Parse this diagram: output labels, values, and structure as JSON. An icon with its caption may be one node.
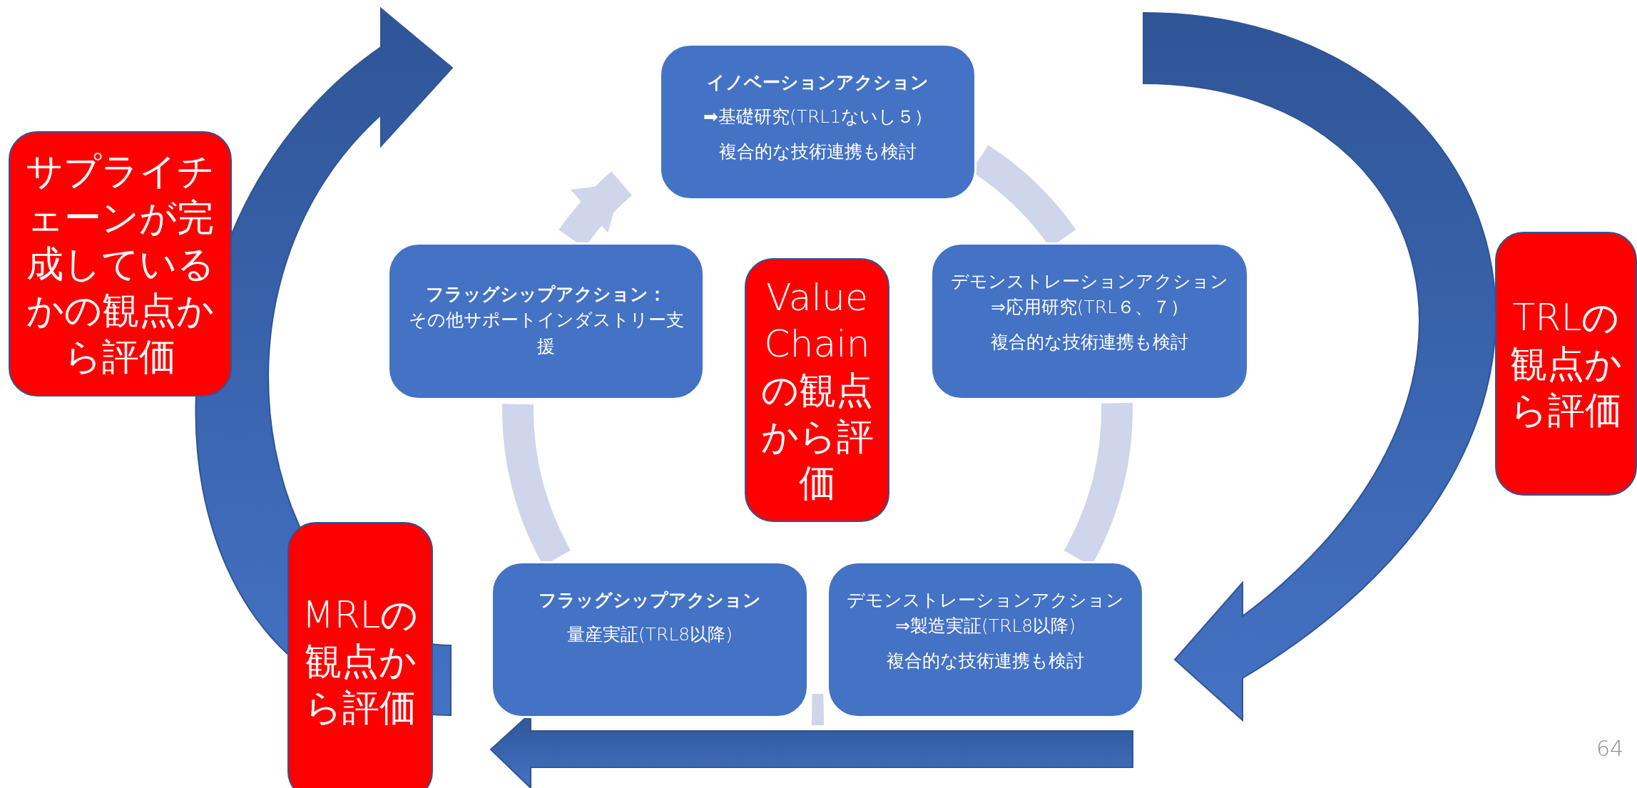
{
  "diagram": {
    "nodes": [
      {
        "text": [
          "イノベーションアクション",
          "➡基礎研究(TRL1ないし５）",
          "複合的な技術連携も検討"
        ]
      },
      {
        "text": [
          "サプライチェーンが完成しているかの観点から評価"
        ]
      },
      {
        "text": [
          "フラッグシップアクション：",
          "その他サポートインダストリー支援"
        ]
      },
      {
        "text": [
          "Value Chainの観点から評価"
        ]
      },
      {
        "text": [
          "**デモンストレーションアクション**⇒応用研究(TRL６、７）",
          "複合的な技術連携も検討"
        ]
      },
      {
        "text": [
          "TRLの観点から評価"
        ]
      },
      {
        "text": [
          "MRLの観点から評価"
        ]
      },
      {
        "text": [
          "フラッグシップアクション",
          "量産実証(TRL8以降)"
        ]
      },
      {
        "text": [
          "**デモンストレーションアクション**⇒製造実証(TRL8以降)",
          "複合的な技術連携も検討"
        ]
      }
    ],
    "edges": [
      {
        "from": 0,
        "to": 4,
        "arrow": "none"
      },
      {
        "from": 4,
        "to": 8,
        "arrow": "none"
      },
      {
        "from": 8,
        "to": 7,
        "arrow": "none"
      },
      {
        "from": 7,
        "to": 2,
        "arrow": "none"
      },
      {
        "from": 2,
        "to": 0,
        "arrow": "to"
      }
    ],
    "labels": [
      "64"
    ]
  }
}
